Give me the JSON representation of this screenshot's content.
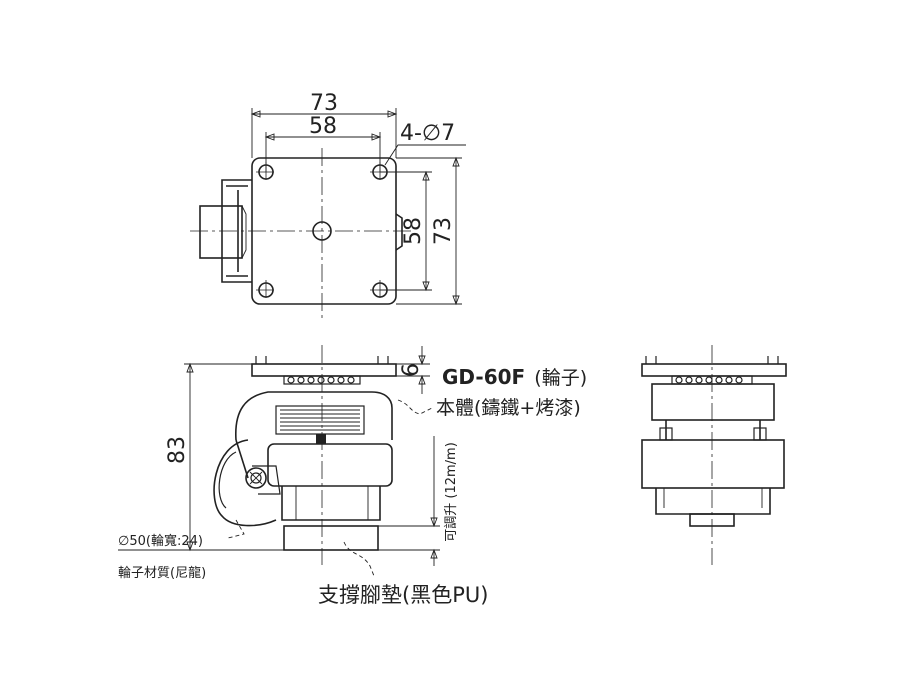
{
  "top_view": {
    "dim_outer_width": "73",
    "dim_hole_width": "58",
    "dim_holes": "4-∅7",
    "dim_hole_height": "58",
    "dim_outer_height": "73"
  },
  "front_view": {
    "dim_plate_thickness": "6",
    "dim_total_height": "83",
    "dim_adjust": "可調升 (12m/m)"
  },
  "callouts": {
    "model": "GD-60F",
    "model_suffix": "(輪子)",
    "body": "本體(鑄鐵+烤漆)",
    "wheel_size": "∅50(輪寬:24)",
    "wheel_material": "輪子材質(尼龍)",
    "pad": "支撐腳墊(黑色PU)"
  }
}
